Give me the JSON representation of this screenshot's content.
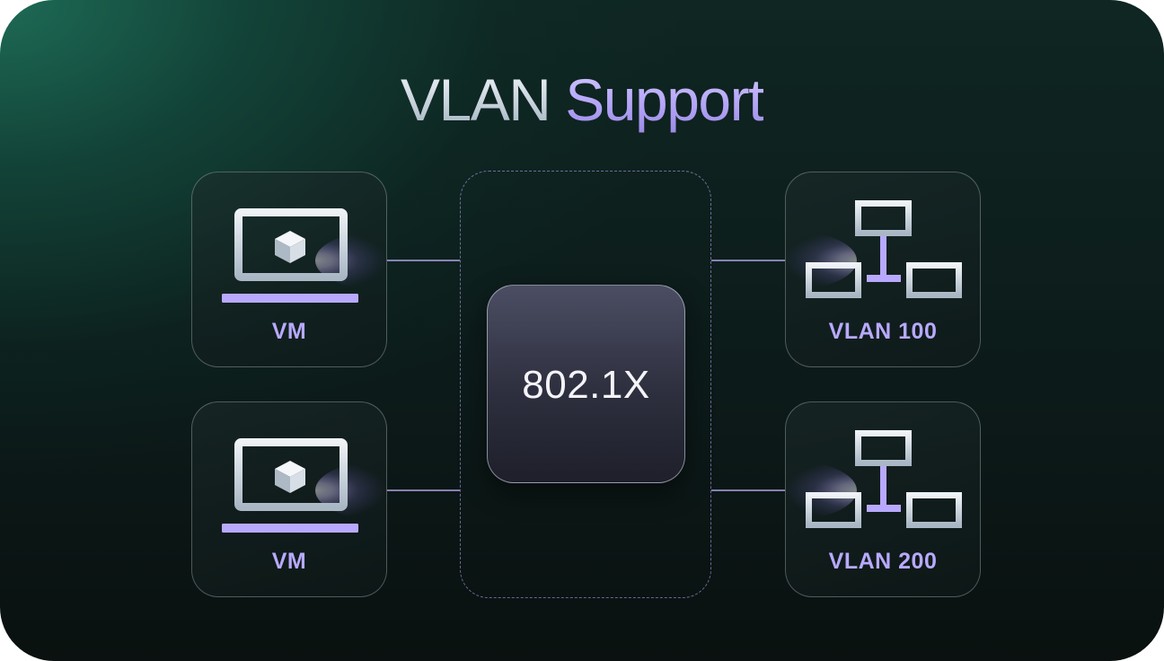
{
  "title": {
    "part1": "VLAN ",
    "part2": "Support"
  },
  "nodes": {
    "vm_top": {
      "label": "VM",
      "icon": "laptop-cube-icon"
    },
    "vm_bottom": {
      "label": "VM",
      "icon": "laptop-cube-icon"
    },
    "vlan_100": {
      "label": "VLAN 100",
      "icon": "network-topology-icon"
    },
    "vlan_200": {
      "label": "VLAN 200",
      "icon": "network-topology-icon"
    }
  },
  "center": {
    "label": "802.1X"
  },
  "colors": {
    "accent": "#b8a9ff",
    "icon_silver": "#c9d3dc",
    "background_teal": "#1e6e58",
    "background_dark": "#0a1110"
  }
}
